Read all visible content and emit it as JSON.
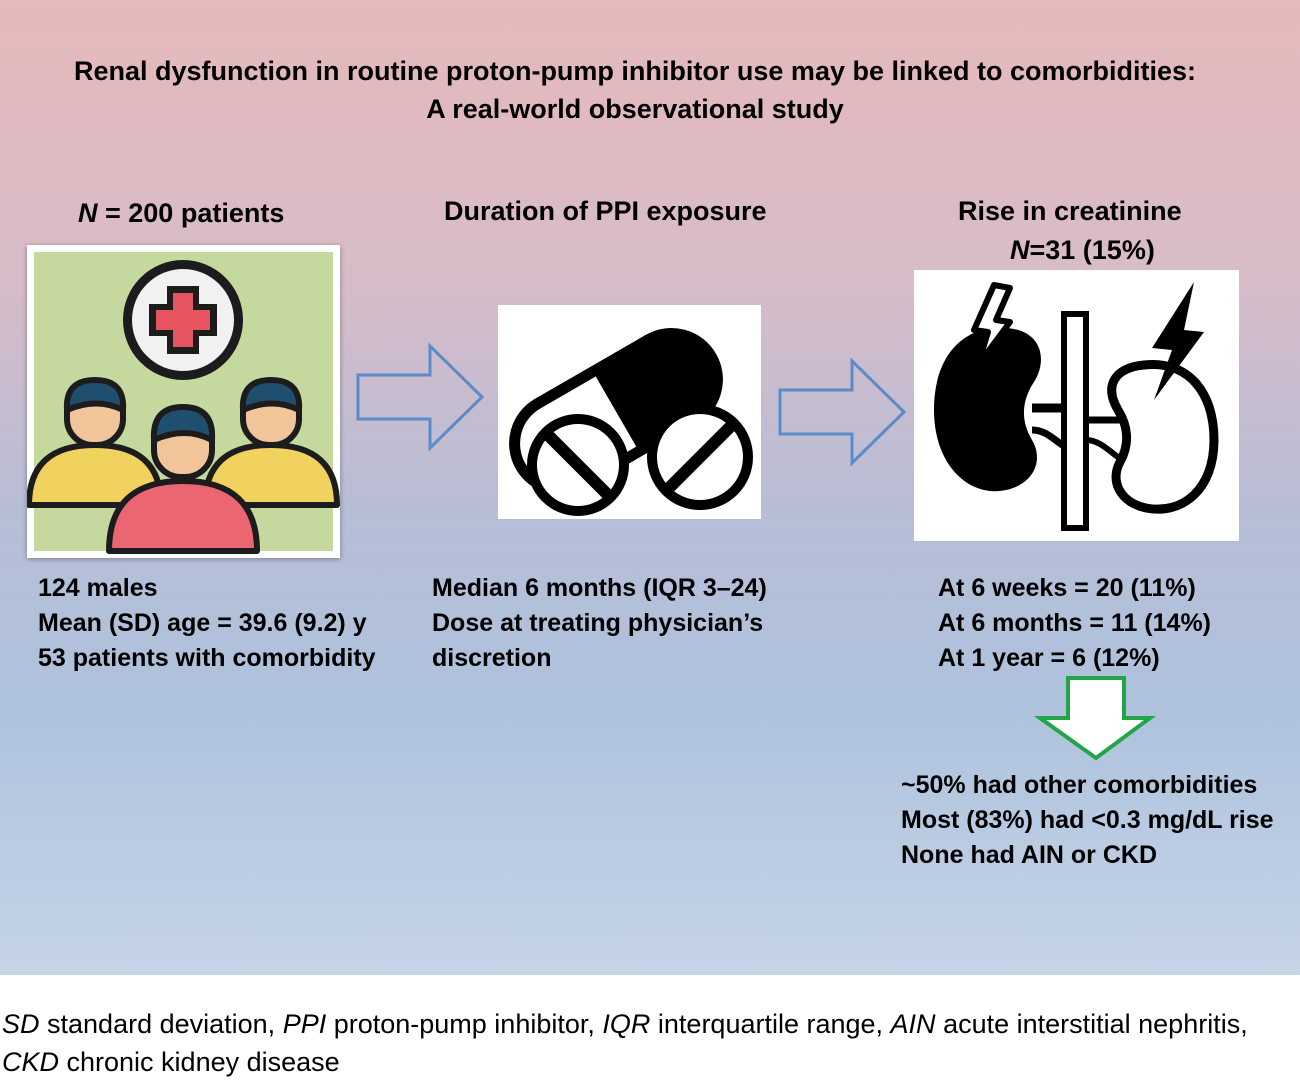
{
  "title": {
    "line1": "Renal dysfunction in routine proton-pump inhibitor use may be linked to comorbidities:",
    "line2": "A real-world observational study"
  },
  "column1": {
    "header_var": "N",
    "header_rest": " = 200 patients",
    "lines": [
      "124 males",
      "Mean (SD) age = 39.6 (9.2) y",
      "53 patients with comorbidity"
    ]
  },
  "column2": {
    "header": "Duration of PPI exposure",
    "lines": [
      "Median 6 months (IQR 3–24)",
      "Dose at treating physician’s",
      "discretion"
    ]
  },
  "column3": {
    "header": "Rise in creatinine",
    "subheader_var": "N",
    "subheader_rest": "=31 (15%)",
    "lines": [
      "At 6 weeks = 20 (11%)",
      "At 6 months = 11 (14%)",
      "At 1 year = 6 (12%)"
    ]
  },
  "outcome": {
    "lines": [
      "~50% had other comorbidities",
      "Most (83%) had <0.3 mg/dL rise",
      "None had AIN or CKD"
    ]
  },
  "footnote": [
    {
      "abbr": "SD",
      "text": " standard deviation, "
    },
    {
      "abbr": "PPI",
      "text": " proton-pump inhibitor, "
    },
    {
      "abbr": "IQR",
      "text": " interquartile range, "
    },
    {
      "abbr": "AIN",
      "text": " acute interstitial nephritis, "
    },
    {
      "abbr": "CKD",
      "text": " chronic kidney disease"
    }
  ],
  "colors": {
    "blue_arrow": "#5b8bc9",
    "green_arrow": "#22a448",
    "icon_background": "#c5d99f",
    "medical_red": "#e5545f",
    "person_yellow": "#f2d25f",
    "person_pink": "#ea6670",
    "hair": "#1e4f6e",
    "skin": "#f2c49a"
  },
  "icons": [
    "patients-icon",
    "capsule-pills-icon",
    "kidneys-icon",
    "medical-cross-icon"
  ]
}
